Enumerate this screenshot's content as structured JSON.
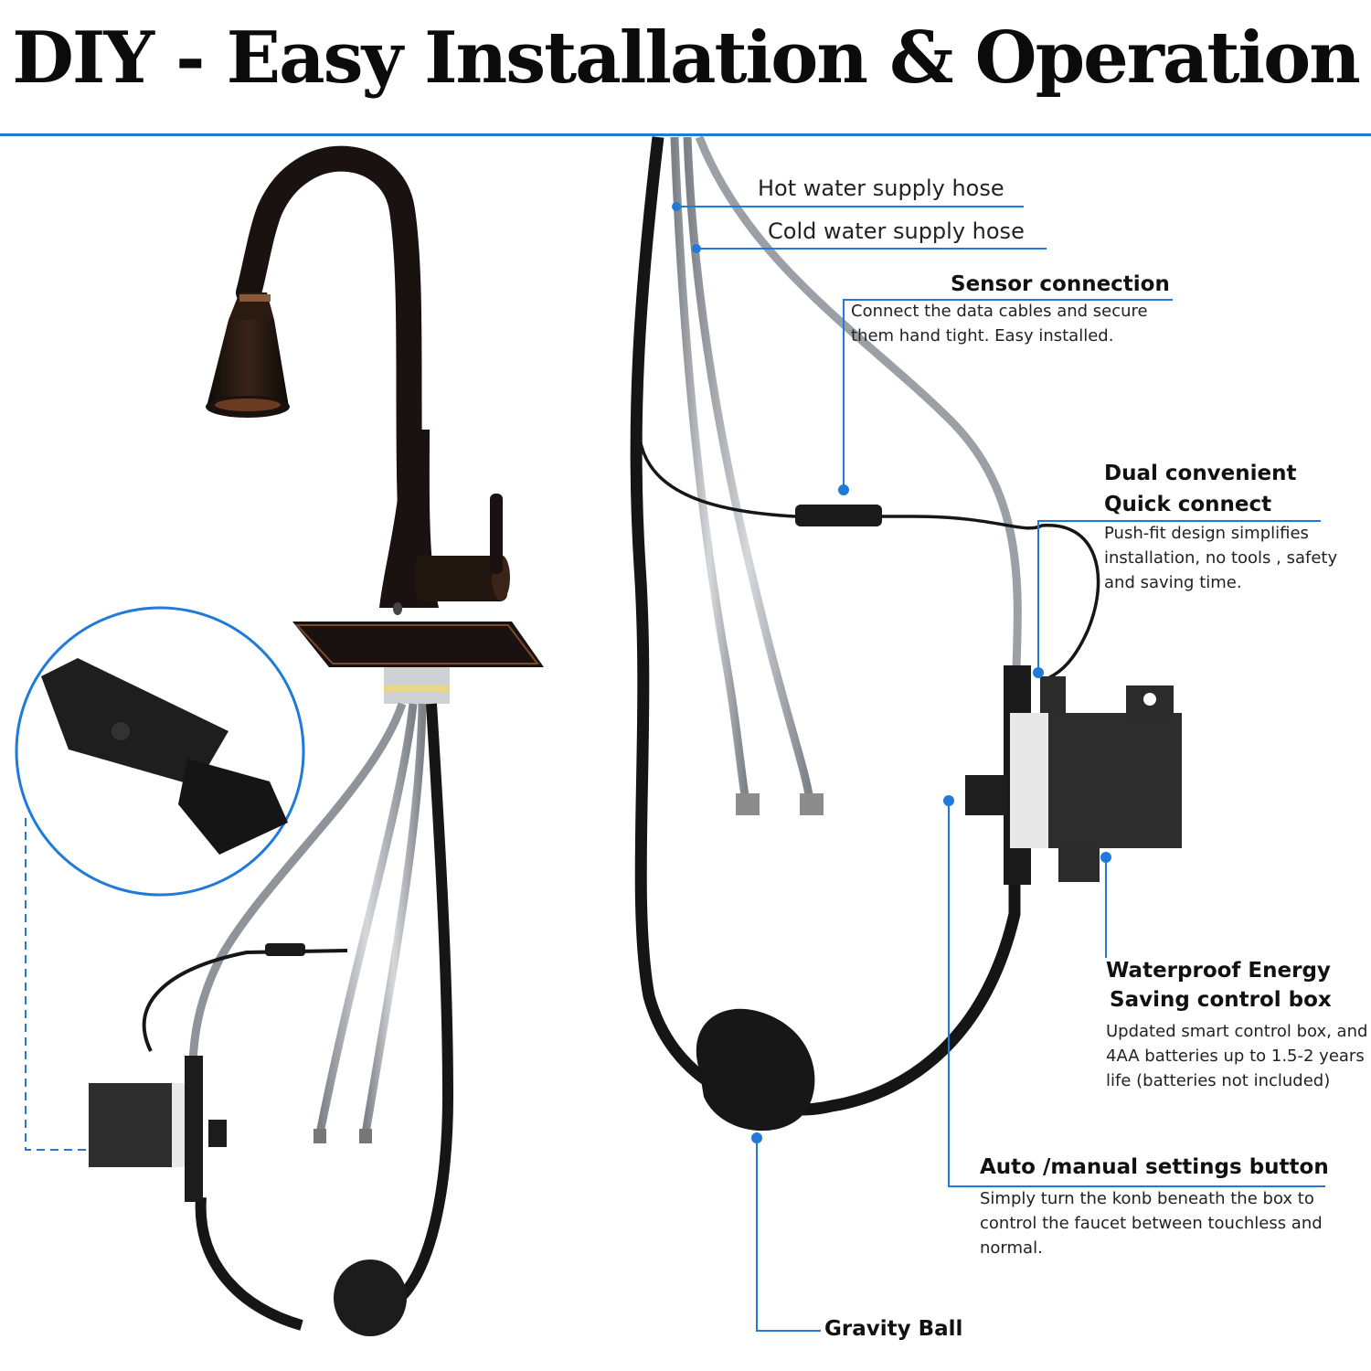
{
  "title": "DIY - Easy Installation & Operation",
  "colors": {
    "accent": "#1f7ad9",
    "faucet": "#1a1210",
    "hose_steel": "#9aa0a6",
    "box": "#2b2b2b"
  },
  "labels": {
    "hot_hose": "Hot water supply hose",
    "cold_hose": "Cold water supply hose",
    "sensor": {
      "title": "Sensor connection",
      "desc": "Connect the data cables and secure them hand tight. Easy installed."
    },
    "quick_connect": {
      "title_line1": "Dual convenient",
      "title_line2": "Quick connect",
      "desc": "Push-fit design simplifies installation, no tools , safety and saving time."
    },
    "control_box": {
      "title_line1": "Waterproof Energy",
      "title_line2": "Saving control box",
      "desc": "Updated smart control box, and 4AA batteries up to 1.5-2 years life (batteries not included)"
    },
    "auto_manual": {
      "title": "Auto /manual settings button",
      "desc": "Simply turn the konb beneath the box to control the faucet between touchless and normal."
    },
    "gravity_ball": "Gravity Ball"
  }
}
